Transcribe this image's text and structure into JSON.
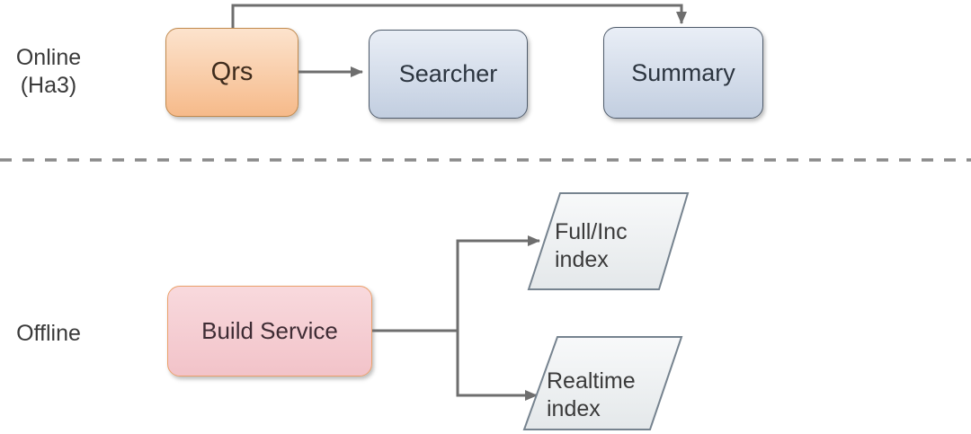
{
  "sections": {
    "online": {
      "label": "Online",
      "sublabel": "(Ha3)"
    },
    "offline": {
      "label": "Offline"
    }
  },
  "nodes": {
    "qrs": {
      "label": "Qrs",
      "shape": "rounded-rect",
      "color": "orange"
    },
    "searcher": {
      "label": "Searcher",
      "shape": "rounded-rect",
      "color": "blue"
    },
    "summary": {
      "label": "Summary",
      "shape": "rounded-rect",
      "color": "blue"
    },
    "build_service": {
      "label": "Build Service",
      "shape": "rounded-rect",
      "color": "pink"
    },
    "full_inc_index": {
      "line1": "Full/Inc",
      "line2": "index",
      "shape": "parallelogram",
      "color": "gray"
    },
    "realtime_index": {
      "line1": "Realtime",
      "line2": "index",
      "shape": "parallelogram",
      "color": "gray"
    }
  },
  "edges": [
    {
      "from": "qrs",
      "to": "summary"
    },
    {
      "from": "qrs",
      "to": "searcher"
    },
    {
      "from": "build_service",
      "to": "full_inc_index"
    },
    {
      "from": "build_service",
      "to": "realtime_index"
    }
  ],
  "colors": {
    "qrs-fill-top": "#fce3cd",
    "qrs-fill-bottom": "#f6ba8a",
    "qrs-border": "#c18a4e",
    "blue-fill-top": "#e9eef6",
    "blue-fill-bottom": "#c2cee0",
    "blue-border": "#4f5b6b",
    "pink-fill-top": "#f8d9dd",
    "pink-fill-bottom": "#f2c3c9",
    "pink-border": "#eba06a",
    "para-fill-top": "#f8f9fa",
    "para-fill-bottom": "#e4e8ea",
    "para-border": "#76838f",
    "connector": "#6e6e6e",
    "divider": "#8a8a8a",
    "text-dark": "#3a3a3a"
  }
}
